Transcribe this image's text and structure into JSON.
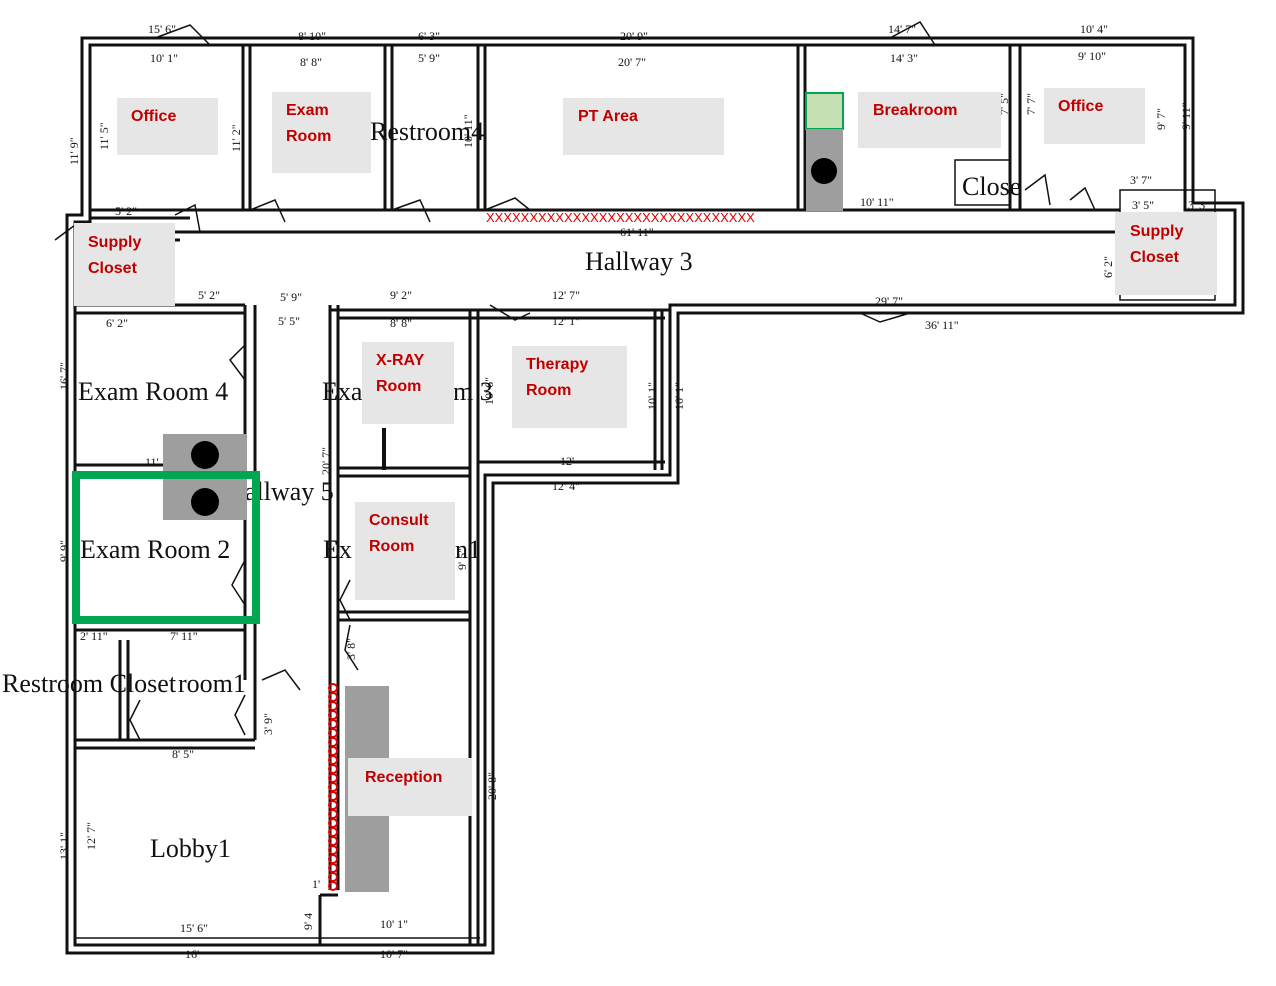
{
  "floor_plan": {
    "rooms": {
      "hallway_3": "Hallway 3",
      "hallway_5": "allway 5",
      "exam_room_4": "Exam Room 4",
      "exam_room_2": "Exam Room 2",
      "restroom_4": "Restroom4",
      "restroom_closet": "Restroom Closet",
      "restroom_1": "room1",
      "lobby_1": "Lobby1",
      "closet": "Close",
      "exam_room_3_partial": "Exa",
      "exam_room_3_partial_b": "m 3",
      "exam_room_1_partial": "Ex",
      "exam_room_1_partial_b": "n1"
    },
    "dimensions": {
      "d1": "15' 6\"",
      "d2": "8' 10\"",
      "d3": "6' 3\"",
      "d4": "20' 9\"",
      "d5": "14' 7\"",
      "d6": "10' 4\"",
      "d7": "10' 1\"",
      "d8": "8' 8\"",
      "d9": "5' 9\"",
      "d10": "20' 7\"",
      "d11": "14' 3\"",
      "d12": "9' 10\"",
      "d13": "11' 9\"",
      "d14": "11' 5\"",
      "d15": "11' 2\"",
      "d16": "10' 11\"",
      "d17": "7' 5\"",
      "d18": "7' 7\"",
      "d19": "9' 7\"",
      "d20": "9' 11\"",
      "d21": "5' 2\"",
      "d22": "61' 11\"",
      "d23": "10' 11\"",
      "d24": "3' 7\"",
      "d25": "3' 5\"",
      "d26": "3' 3\"",
      "d27": "6' 2\"",
      "d28": "5' 2\"",
      "d29": "5' 9\"",
      "d30": "9' 2\"",
      "d31": "12' 7\"",
      "d32": "29' 7\"",
      "d33": "36' 11\"",
      "d34": "6' 2\"",
      "d35": "5' 5\"",
      "d36": "8' 8\"",
      "d37": "12' 1\"",
      "d38": "16' 7\"",
      "d39": "10' 6\"",
      "d40": "10' 1\"",
      "d41": "10' 1\"",
      "d42": "12'",
      "d43": "12' 4\"",
      "d44": "20' 7\"",
      "d45": "9' 9\"",
      "d46": "2' 11\"",
      "d47": "7' 11\"",
      "d48": "8' 5\"",
      "d49": "3' 9\"",
      "d50": "20' 8\"",
      "d51": "13' 1\"",
      "d52": "12' 7\"",
      "d53": "15' 6\"",
      "d54": "10' 1\"",
      "d55": "16'",
      "d56": "10' 7\"",
      "d57": "9' 5\"",
      "d58": "11'",
      "d59": "3' 8\"",
      "d60": "9' 4",
      "d61": "1'"
    },
    "door_marks": "XXXXXXXXXXXXXXXXXXXXXXXXXXXXXXX"
  },
  "labels": {
    "office_left": "Office",
    "exam_room_top": "Exam\nRoom",
    "pt_area": "PT Area",
    "breakroom": "Breakroom",
    "office_right": "Office",
    "supply_closet_left": "Supply\nCloset",
    "supply_closet_right": "Supply\nCloset",
    "xray_room": "X-RAY\nRoom",
    "therapy_room": "Therapy\nRoom",
    "consult_room": "Consult\nRoom",
    "reception": "Reception"
  },
  "colors": {
    "label_text": "#c00000",
    "label_box": "#e6e6e6",
    "highlight_green": "#00a651",
    "light_green": "#c6e0b4",
    "equipment_gray": "#9e9e9e",
    "marker_red": "#e00000"
  }
}
